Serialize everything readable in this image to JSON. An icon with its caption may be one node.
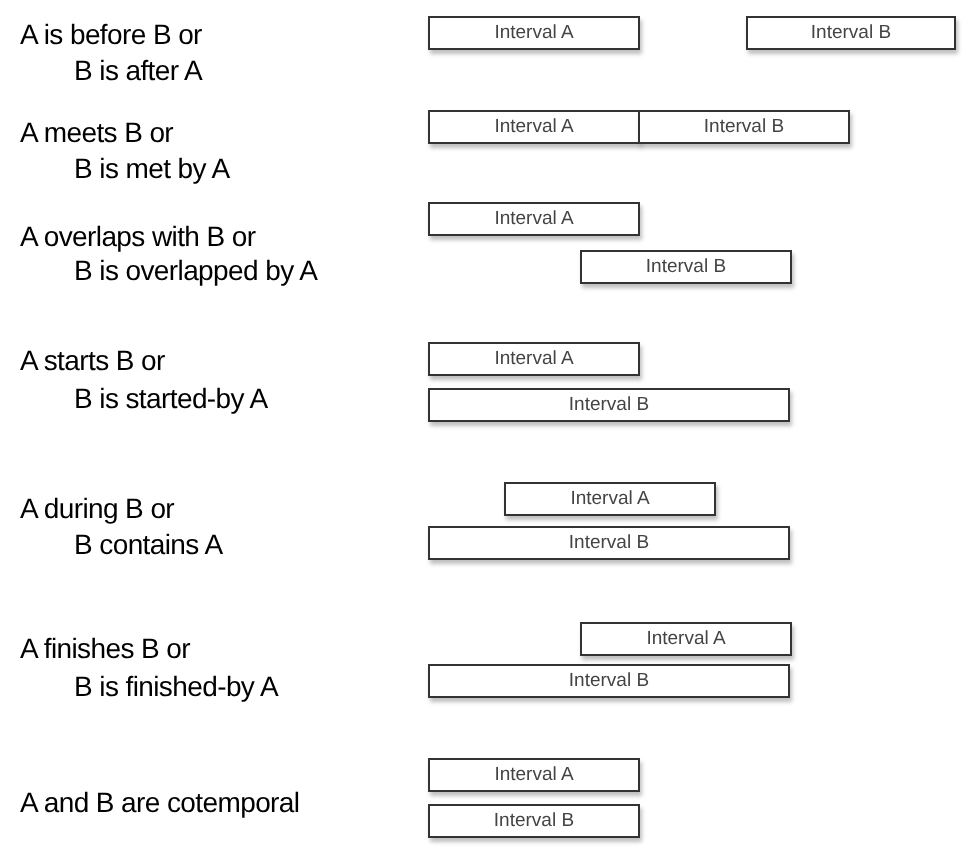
{
  "diagram": {
    "nodes": [
      {
        "text": [
          "Interval A"
        ]
      },
      {
        "text": [
          "Interval B"
        ]
      },
      {
        "text": [
          "Interval A"
        ]
      },
      {
        "text": [
          "Interval B"
        ]
      },
      {
        "text": [
          "Interval A"
        ]
      },
      {
        "text": [
          "Interval B"
        ]
      },
      {
        "text": [
          "Interval A"
        ]
      },
      {
        "text": [
          "Interval B"
        ]
      },
      {
        "text": [
          "Interval A"
        ]
      },
      {
        "text": [
          "Interval B"
        ]
      },
      {
        "text": [
          "Interval A"
        ]
      },
      {
        "text": [
          "Interval B"
        ]
      },
      {
        "text": [
          "Interval A"
        ]
      },
      {
        "text": [
          "Interval B"
        ]
      }
    ],
    "labels": [
      "A is before B or",
      "B is after A",
      "A meets B or",
      "B is met by A",
      "A overlaps with B or",
      "B is overlapped by A",
      "A starts B or",
      "B is started-by A",
      "A during B or",
      "B contains A",
      "A finishes B or",
      "B is finished-by A",
      "A and B are cotemporal"
    ]
  }
}
